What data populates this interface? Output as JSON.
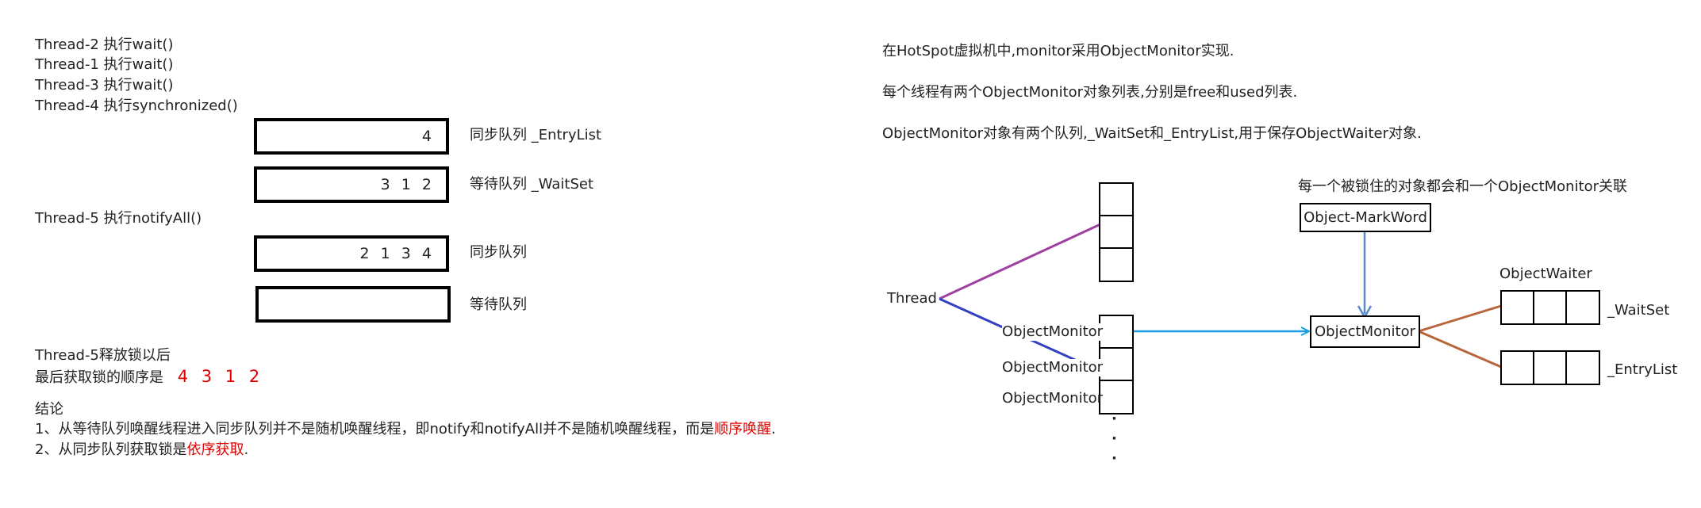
{
  "left": {
    "threads": [
      "Thread-2  执行wait()",
      "Thread-1  执行wait()",
      "Thread-3  执行wait()",
      "Thread-4  执行synchronized()"
    ],
    "entry_list_value": "4",
    "entry_list_label": "同步队列  _EntryList",
    "wait_set_value": "3 1 2",
    "wait_set_label": "等待队列  _WaitSet",
    "notify_line": "Thread-5  执行notifyAll()",
    "sync_queue_value": "2 1 3 4",
    "sync_queue_label": "同步队列",
    "wait_queue_value": "",
    "wait_queue_label": "等待队列",
    "release_line": "Thread-5释放锁以后",
    "order_prefix": "最后获取锁的顺序是",
    "order_value": "4 3 1 2",
    "conclusion_title": "结论",
    "conclusion_1_prefix": "1、从等待队列唤醒线程进入同步队列并不是随机唤醒线程，即notify和notifyAll并不是随机唤醒线程，而是",
    "conclusion_1_highlight": "顺序唤醒",
    "conclusion_1_suffix": ".",
    "conclusion_2_prefix": "2、从同步队列获取锁是",
    "conclusion_2_highlight": "依序获取",
    "conclusion_2_suffix": "."
  },
  "right": {
    "notes": [
      "在HotSpot虚拟机中,monitor采用ObjectMonitor实现.",
      "每个线程有两个ObjectMonitor对象列表,分别是free和used列表.",
      "ObjectMonitor对象有两个队列,_WaitSet和_EntryList,用于保存ObjectWaiter对象."
    ],
    "thread_label": "Thread",
    "list_items": [
      "ObjectMonitor",
      "ObjectMonitor",
      "ObjectMonitor"
    ],
    "locked_note": "每一个被锁住的对象都会和一个ObjectMonitor关联",
    "markword_label": "Object-MarkWord",
    "monitor_label": "ObjectMonitor",
    "waiter_label": "ObjectWaiter",
    "waitset_label": "_WaitSet",
    "entrylist_label": "_EntryList",
    "ellipsis": [
      "·",
      "·",
      "·"
    ]
  },
  "colors": {
    "purple_line": "#a040a0",
    "blue_line": "#3340c0",
    "cyan_arrow": "#1a9ee0",
    "gray_arrow": "#5a88cc",
    "brown_line": "#b8653a",
    "highlight": "#e00000"
  }
}
